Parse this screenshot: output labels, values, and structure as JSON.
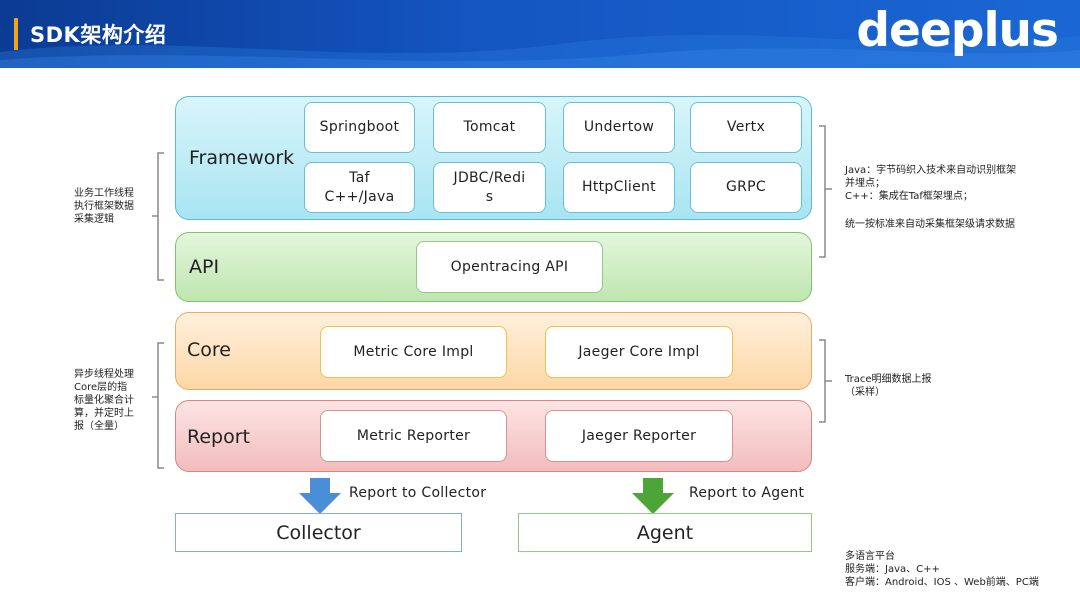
{
  "header": {
    "title": "SDK架构介绍",
    "logo": "deeplus",
    "accent_color": "#f2a51a"
  },
  "layers": {
    "framework": {
      "label": "Framework",
      "items": [
        "Springboot",
        "Tomcat",
        "Undertow",
        "Vertx",
        "Taf\nC++/Java",
        "JDBC/Redi\ns",
        "HttpClient",
        "GRPC"
      ]
    },
    "api": {
      "label": "API",
      "items": [
        "Opentracing API"
      ]
    },
    "core": {
      "label": "Core",
      "items": [
        "Metric Core Impl",
        "Jaeger Core Impl"
      ]
    },
    "report": {
      "label": "Report",
      "items": [
        "Metric Reporter",
        "Jaeger Reporter"
      ]
    }
  },
  "bottom": {
    "collector": {
      "label": "Collector",
      "arrow_label": "Report to Collector",
      "arrow_color": "#4a8fd6"
    },
    "agent": {
      "label": "Agent",
      "arrow_label": "Report to Agent",
      "arrow_color": "#4da437"
    }
  },
  "notes": {
    "left_top": "业务工作线程\n执行框架数据\n采集逻辑",
    "left_bottom": "异步线程处理\nCore层的指\n标量化聚合计\n算，并定时上\n报（全量）",
    "right_top_1": "Java：字节码织入技术来自动识别框架\n并埋点；\nC++：集成在Taf框架埋点；",
    "right_top_2": "统一按标准来自动采集框架级请求数据",
    "right_middle": "Trace明细数据上报\n（采样）",
    "bottom_right": "多语言平台\n服务端：Java、C++\n客户端：Android、IOS 、Web前端、PC端"
  }
}
